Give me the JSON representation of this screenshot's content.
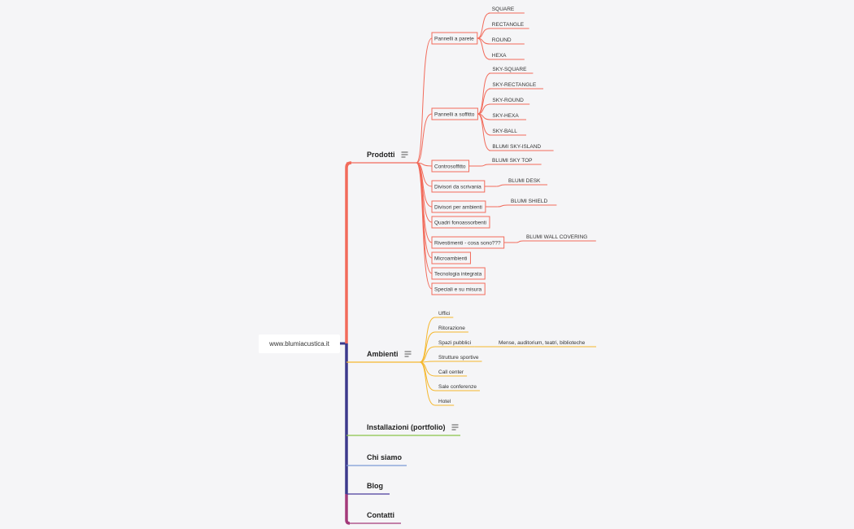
{
  "root": {
    "label": "www.blumiacustica.it"
  },
  "colors": {
    "trunk": "#3d3a8c",
    "prodotti": "#f26b5b",
    "ambienti": "#f5b82e",
    "installazioni": "#8bc34a",
    "chi_siamo": "#7a9bd6",
    "blog": "#4b3c9c",
    "contatti": "#a33a7a",
    "text": "#222222",
    "subtext": "#333333"
  },
  "branches": [
    {
      "id": "prodotti",
      "label": "Prodotti",
      "has_notes": true,
      "note_icon": "notes-icon",
      "children": [
        {
          "label": "Pannelli a parete",
          "children": [
            "SQUARE",
            "RECTANGLE",
            "ROUND",
            "HEXA"
          ]
        },
        {
          "label": "Pannelli a soffitto",
          "children": [
            "SKY-SQUARE",
            "SKY-RECTANGLE",
            "SKY-ROUND",
            "SKY-HEXA",
            "SKY-BALL",
            "BLUMI SKY-ISLAND"
          ]
        },
        {
          "label": "Controsoffitto",
          "children": [
            "BLUMI SKY TOP"
          ]
        },
        {
          "label": "Divisori da scrivania",
          "children": [
            "BLUMI DESK"
          ]
        },
        {
          "label": "Divisori per ambienti",
          "children": [
            "BLUMI SHIELD"
          ]
        },
        {
          "label": "Quadri fonoassorbenti",
          "children": []
        },
        {
          "label": "Rivestimenti - cosa sono???",
          "children": [
            "BLUMI WALL COVERING"
          ]
        },
        {
          "label": "Microambienti",
          "children": []
        },
        {
          "label": "Tecnologia integrata",
          "children": []
        },
        {
          "label": "Speciali e su misura",
          "children": []
        }
      ]
    },
    {
      "id": "ambienti",
      "label": "Ambienti",
      "has_notes": true,
      "note_icon": "notes-icon",
      "children": [
        {
          "label": "Uffici",
          "children": []
        },
        {
          "label": "Ritorazione",
          "children": []
        },
        {
          "label": "Spazi pubblici",
          "children": [
            "Mense, auditorium, teatri, biblioteche"
          ]
        },
        {
          "label": "Strutture sportive",
          "children": []
        },
        {
          "label": "Call center",
          "children": []
        },
        {
          "label": "Sale conferenze",
          "children": []
        },
        {
          "label": "Hotel",
          "children": []
        }
      ]
    },
    {
      "id": "installazioni",
      "label": "Installazioni (portfolio)",
      "has_notes": true,
      "note_icon": "notes-icon",
      "children": []
    },
    {
      "id": "chi_siamo",
      "label": "Chi siamo",
      "has_notes": false,
      "children": []
    },
    {
      "id": "blog",
      "label": "Blog",
      "has_notes": false,
      "children": []
    },
    {
      "id": "contatti",
      "label": "Contatti",
      "has_notes": false,
      "children": []
    }
  ]
}
